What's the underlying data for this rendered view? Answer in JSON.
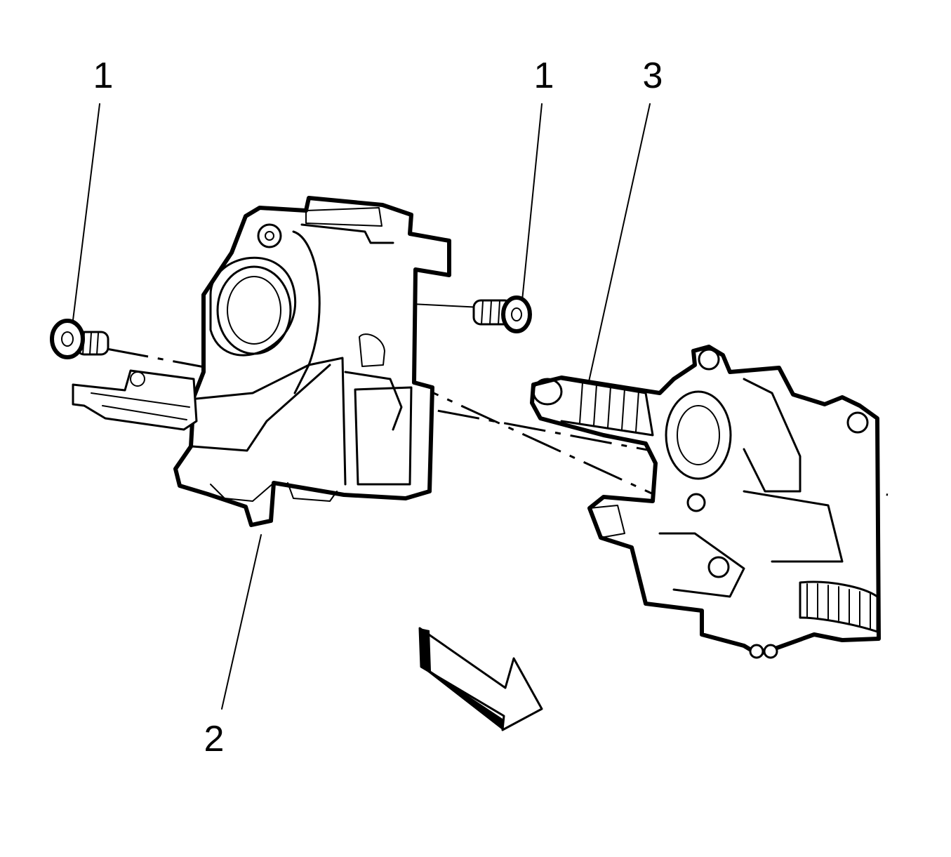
{
  "callouts": {
    "bolt_left": "1",
    "bolt_right": "1",
    "column_shaft": "3",
    "ignition_housing": "2"
  }
}
